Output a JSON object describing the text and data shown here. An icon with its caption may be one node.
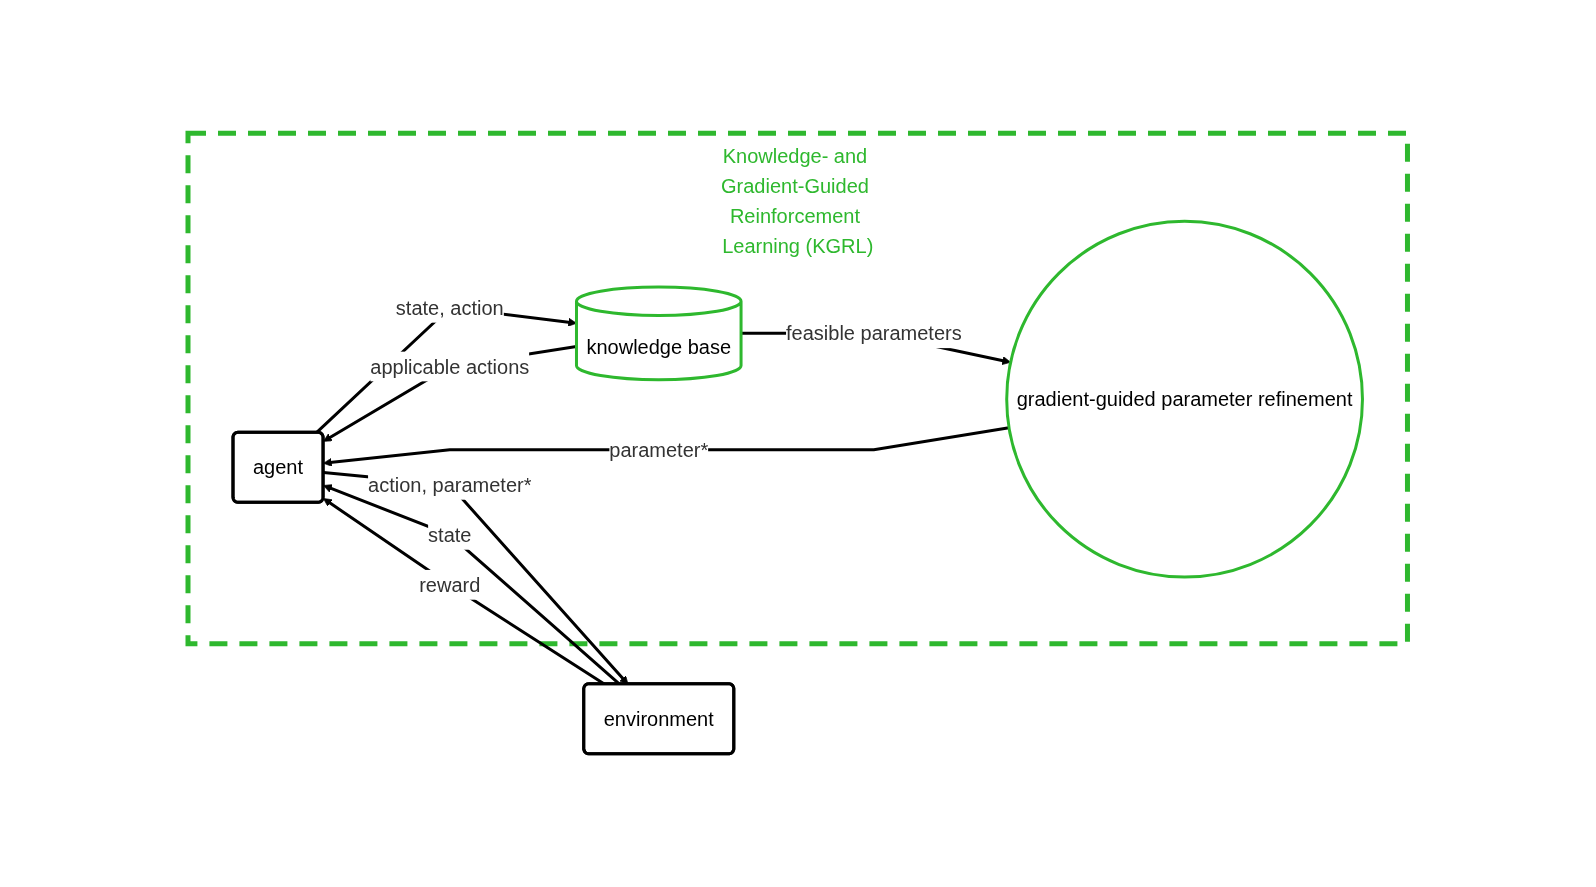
{
  "diagram": {
    "nodes": [
      {
        "text": [
          "Knowledge- and Gradient-Guided Reinforcement Learning (KGRL)"
        ]
      },
      {
        "text": [
          "environment"
        ]
      },
      {
        "text": [
          "agent"
        ],
        "in": 0
      },
      {
        "text": [
          "knowledge base"
        ],
        "in": 0
      },
      {
        "text": [
          "gradient-guided parameter refinement"
        ],
        "in": 0
      }
    ],
    "edges": [
      {
        "from": 1,
        "to": 2,
        "arrow": "to",
        "label": "state"
      },
      {
        "from": 1,
        "to": 2,
        "arrow": "to",
        "label": "reward"
      },
      {
        "from": 2,
        "to": 1,
        "arrow": "to",
        "label": "action, parameter*"
      },
      {
        "from": 2,
        "to": 3,
        "arrow": "to",
        "label": "state, action"
      },
      {
        "from": 3,
        "to": 2,
        "arrow": "to",
        "label": "applicable actions"
      },
      {
        "from": 3,
        "to": 4,
        "arrow": "to",
        "label": "feasible parameters"
      },
      {
        "from": 4,
        "to": 2,
        "arrow": "to",
        "label": "parameter*"
      }
    ]
  }
}
